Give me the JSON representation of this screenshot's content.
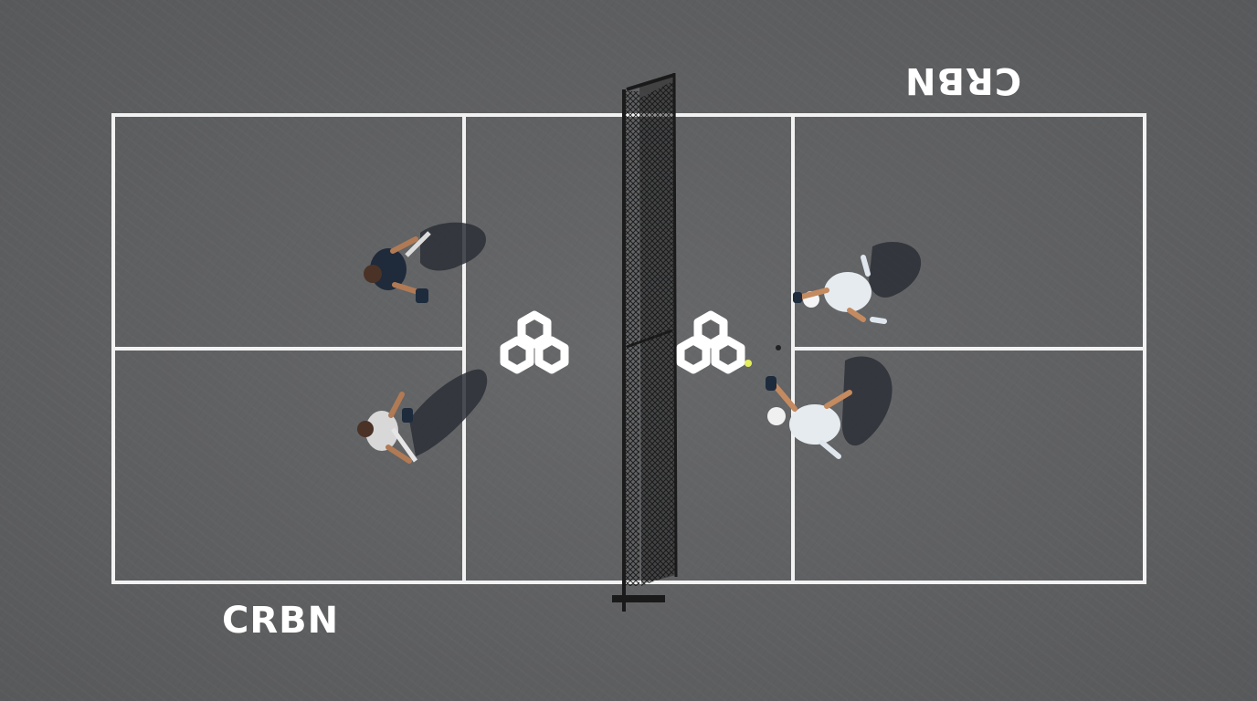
{
  "scene": {
    "description_kind": "aerial-photo",
    "surface_color": "#5f6062",
    "line_color": "#f2f2f2"
  },
  "logos": {
    "bottom_left": "CRBN",
    "top_right": "CRBN"
  },
  "icons": {
    "left_emblem": "hexagon-cluster-icon",
    "right_emblem": "hexagon-cluster-icon"
  },
  "players": {
    "left_top_shirt": "#1f2a3a",
    "left_bottom_shirt": "#d8d8d8",
    "right_top_shirt": "#e6ebf0",
    "right_bottom_shirt": "#e6ebf0"
  }
}
